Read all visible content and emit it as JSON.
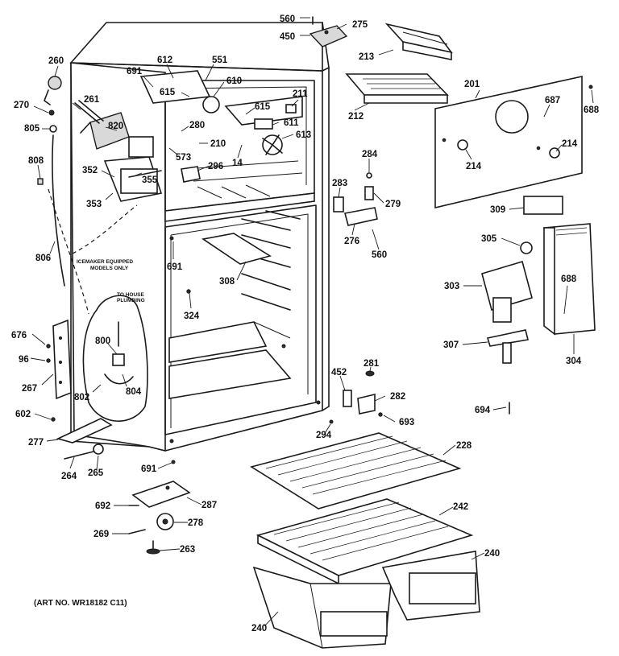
{
  "labels": {
    "l560a": "560",
    "l275": "275",
    "l450": "450",
    "l213": "213",
    "l260": "260",
    "l612": "612",
    "l551": "551",
    "l691a": "691",
    "l610": "610",
    "l615a": "615",
    "l211": "211",
    "l201": "201",
    "l261": "261",
    "l270": "270",
    "l212": "212",
    "l615b": "615",
    "l687": "687",
    "l688a": "688",
    "l820": "820",
    "l611": "611",
    "l805": "805",
    "l280": "280",
    "l613": "613",
    "l210": "210",
    "l573": "573",
    "l214a": "214",
    "l214b": "214",
    "l808": "808",
    "l14": "14",
    "l296": "296",
    "l284": "284",
    "l352": "352",
    "l355": "355",
    "l283": "283",
    "l353": "353",
    "l279": "279",
    "l309": "309",
    "l276": "276",
    "l560b": "560",
    "l305": "305",
    "l806": "806",
    "l691b": "691",
    "l308": "308",
    "l688b": "688",
    "l303": "303",
    "l324": "324",
    "l676": "676",
    "l800": "800",
    "l307": "307",
    "l96": "96",
    "l304": "304",
    "l281": "281",
    "l452": "452",
    "l267": "267",
    "l804": "804",
    "l282": "282",
    "l802": "802",
    "l694": "694",
    "l602": "602",
    "l693": "693",
    "l294": "294",
    "l277": "277",
    "l228": "228",
    "l264": "264",
    "l265": "265",
    "l691c": "691",
    "l692": "692",
    "l287": "287",
    "l242": "242",
    "l278": "278",
    "l269": "269",
    "l240a": "240",
    "l263": "263",
    "l240b": "240"
  },
  "notes": {
    "icemaker_1": "ICEMAKER EQUIPPED",
    "icemaker_2": "MODELS ONLY",
    "plumbing_1": "TO HOUSE",
    "plumbing_2": "PLUMBING"
  },
  "art_no": "(ART NO. WR18182 C11)"
}
